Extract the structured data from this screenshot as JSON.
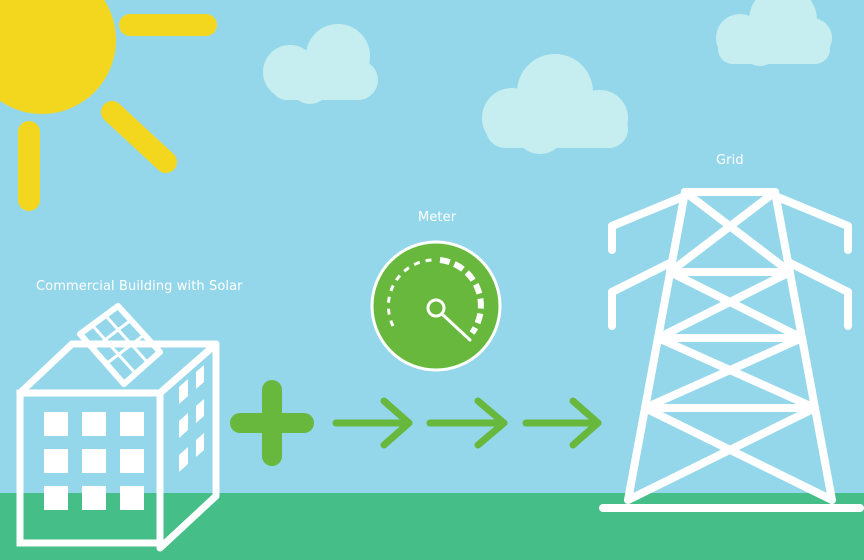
{
  "labels": {
    "building": "Commercial Building with Solar",
    "meter": "Meter",
    "grid": "Grid"
  },
  "colors": {
    "sky": "#95d7ea",
    "ground": "#45bf87",
    "sun": "#f3d71e",
    "cloud": "#c6eef0",
    "green_accent": "#67b83d",
    "white": "#ffffff"
  },
  "icons": [
    "sun-icon",
    "cloud-icon",
    "building-icon",
    "solar-panel-icon",
    "plus-icon",
    "arrow-right-icon",
    "meter-gauge-icon",
    "transmission-tower-icon"
  ]
}
